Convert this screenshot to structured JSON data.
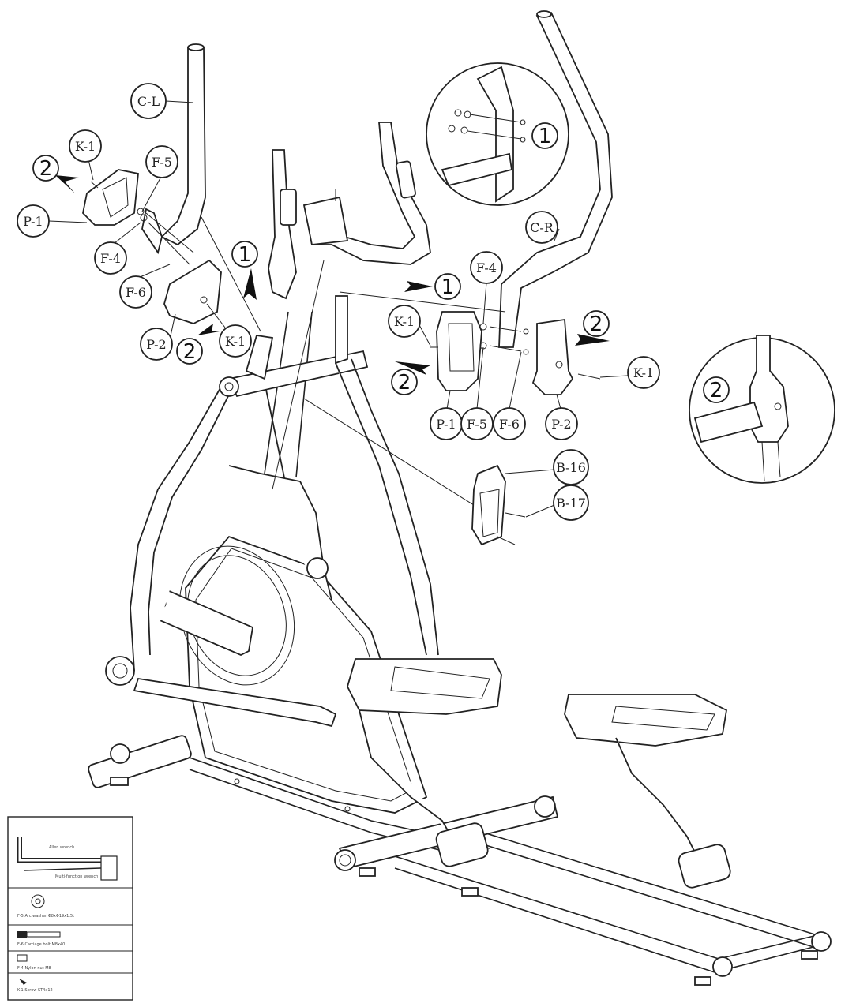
{
  "callouts": {
    "c_l": "C-L",
    "k1_a": "K-1",
    "f5_a": "F-5",
    "p1_a": "P-1",
    "f4_a": "F-4",
    "f6_a": "F-6",
    "p2_a": "P-2",
    "k1_b": "K-1",
    "c_r": "C-R",
    "f4_b": "F-4",
    "k1_c": "K-1",
    "p1_b": "P-1",
    "f5_b": "F-5",
    "f6_b": "F-6",
    "p2_b": "P-2",
    "k1_d": "K-1",
    "b16": "B-16",
    "b17": "B-17"
  },
  "steps": {
    "s2_top_left": "2",
    "s1_left": "1",
    "s2_lower_left": "2",
    "s1_center": "1",
    "s2_center": "2",
    "s2_right": "2",
    "s1_zoom": "1",
    "s2_zoom": "2"
  },
  "hardware_legend": {
    "allen_wrench": "Allen wrench",
    "multi_wrench": "Multi-function wrench",
    "washer": "F-5 Arc washer Φ8xΦ19x1.5t",
    "bolt": "F-6 Carriage bolt M8x40",
    "nut": "F-4 Nylon nut M8",
    "screw": "K-1 Screw ST4x12"
  }
}
